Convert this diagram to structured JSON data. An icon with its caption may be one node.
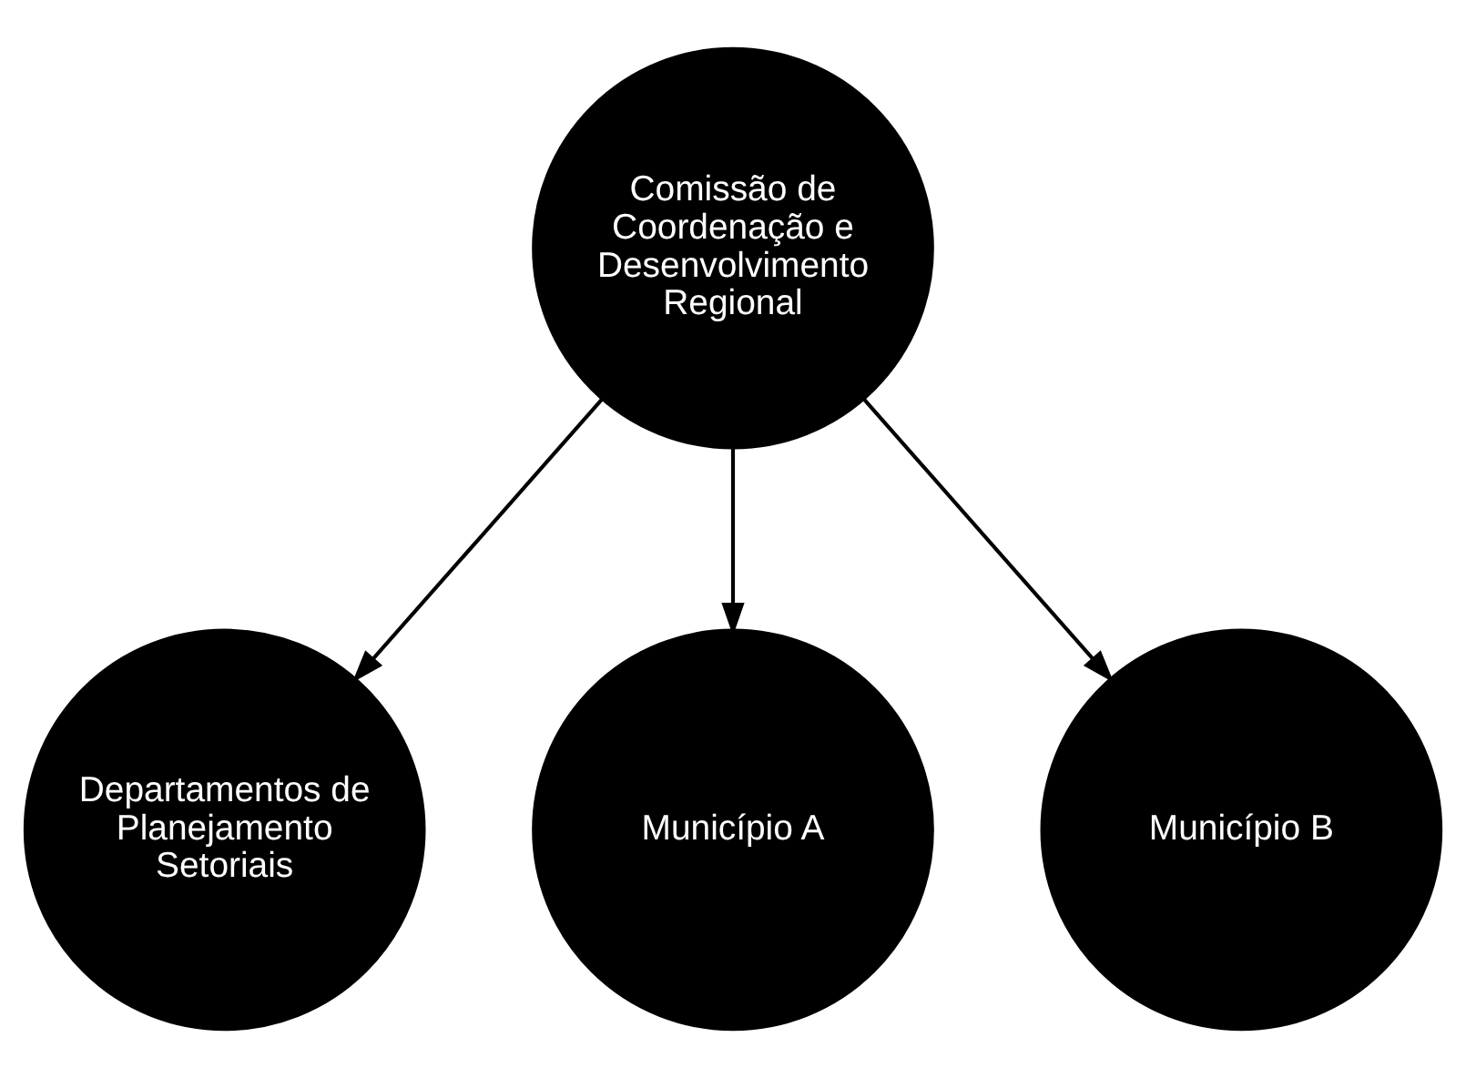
{
  "diagram": {
    "nodes": [
      {
        "text": [
          "Comissão de Coordenação e Desenvolvimento Regional"
        ]
      },
      {
        "text": [
          "Departamentos de Planejamento Setoriais"
        ]
      },
      {
        "text": [
          "Município A"
        ]
      },
      {
        "text": [
          "Município B"
        ]
      }
    ],
    "edges": [
      {
        "from": 0,
        "to": 1,
        "arrow": "to"
      },
      {
        "from": 0,
        "to": 2,
        "arrow": "to"
      },
      {
        "from": 0,
        "to": 3,
        "arrow": "to"
      }
    ]
  }
}
